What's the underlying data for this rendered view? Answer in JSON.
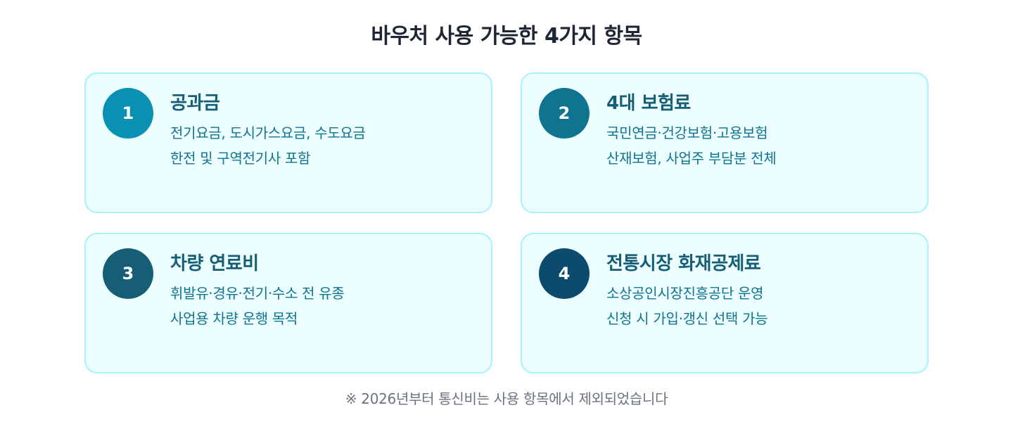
{
  "title": "바우처 사용 가능한 4가지 항목",
  "colors": {
    "title": "#1e2636",
    "card_bg": "#ecfeff",
    "card_border": "#a5f3fc",
    "card_title": "#155e75",
    "card_text": "#0e7490",
    "footnote": "#6b7280"
  },
  "cards": [
    {
      "number": "1",
      "badge_color": "#0891b2",
      "title": "공과금",
      "line1": "전기요금, 도시가스요금, 수도요금",
      "line2": "한전 및 구역전기사 포함"
    },
    {
      "number": "2",
      "badge_color": "#0e7490",
      "title": "4대 보험료",
      "line1": "국민연금·건강보험·고용보험",
      "line2": "산재보험, 사업주 부담분 전체"
    },
    {
      "number": "3",
      "badge_color": "#155e75",
      "title": "차량 연료비",
      "line1": "휘발유·경유·전기·수소 전 유종",
      "line2": "사업용 차량 운행 목적"
    },
    {
      "number": "4",
      "badge_color": "#0c4a6e",
      "title": "전통시장 화재공제료",
      "line1": "소상공인시장진흥공단 운영",
      "line2": "신청 시 가입·갱신 선택 가능"
    }
  ],
  "footnote": "※ 2026년부터 통신비는 사용 항목에서 제외되었습니다"
}
